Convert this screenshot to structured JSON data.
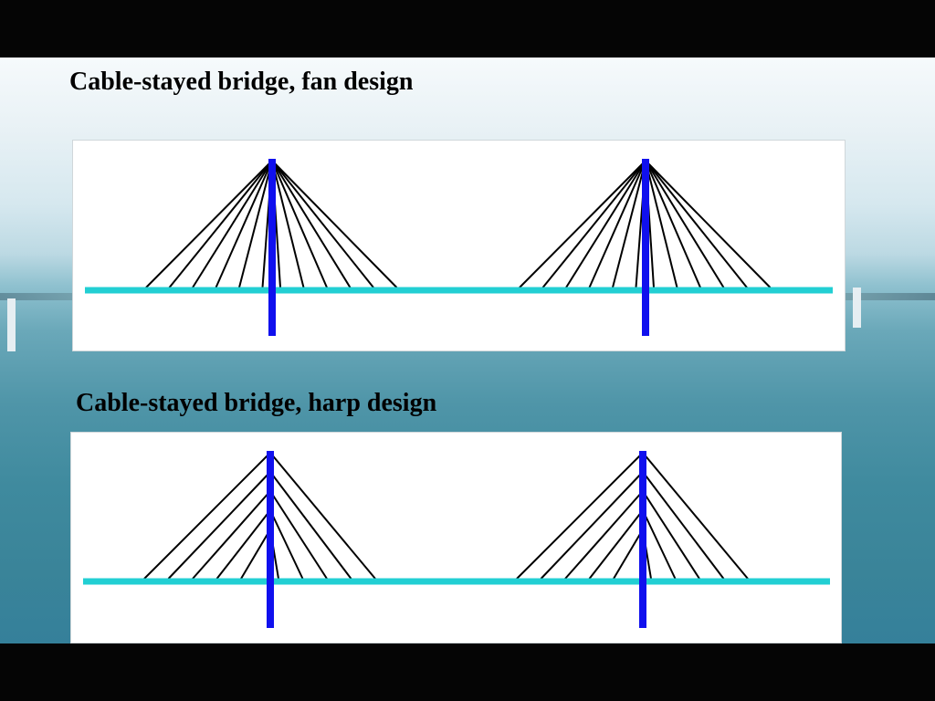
{
  "slide": {
    "background": "sea-and-bridge-photo",
    "colors": {
      "deck": "#22cfd3",
      "pylon": "#1010ee",
      "cable": "#000000",
      "panel": "#ffffff"
    }
  },
  "sections": [
    {
      "title": "Cable-stayed bridge, fan design",
      "design": "fan",
      "pylons": 2,
      "cables_per_side": 6
    },
    {
      "title": "Cable-stayed bridge, harp design",
      "design": "harp",
      "pylons": 2,
      "cables_per_side": 5
    }
  ]
}
